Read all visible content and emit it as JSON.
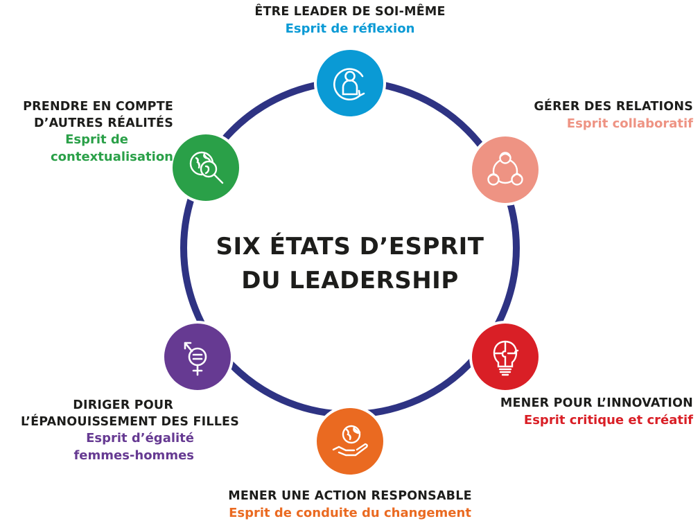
{
  "title": {
    "line1": "SIX ÉTATS D’ESPRIT",
    "line2": "DU LEADERSHIP"
  },
  "colors": {
    "ring": "#2e3383",
    "self": "#0a9ad5",
    "relations": "#ee9383",
    "innovation": "#d91f26",
    "responsible": "#ea6a21",
    "gender": "#663a92",
    "context": "#2aa048"
  },
  "nodes": [
    {
      "id": "self",
      "icon": "person-refresh-icon",
      "heading": "ÊTRE LEADER DE SOI-MÊME",
      "subtitle_lines": [
        "Esprit de réflexion"
      ]
    },
    {
      "id": "relations",
      "icon": "three-people-network-icon",
      "heading": "GÉRER DES RELATIONS",
      "subtitle_lines": [
        "Esprit collaboratif"
      ]
    },
    {
      "id": "innovation",
      "icon": "lightbulb-puzzle-icon",
      "heading": "MENER POUR L’INNOVATION",
      "subtitle_lines": [
        "Esprit critique et créatif"
      ]
    },
    {
      "id": "responsible",
      "icon": "globe-in-hand-icon",
      "heading": "MENER UNE ACTION RESPONSABLE",
      "subtitle_lines": [
        "Esprit de conduite du changement"
      ]
    },
    {
      "id": "gender",
      "icon": "gender-equality-icon",
      "heading_lines": [
        "DIRIGER POUR",
        "L’ÉPANOUISSEMENT DES FILLES"
      ],
      "subtitle_lines": [
        "Esprit d’égalité",
        "femmes-hommes"
      ]
    },
    {
      "id": "context",
      "icon": "globe-magnifier-icon",
      "heading_lines": [
        "PRENDRE EN COMPTE",
        "D’AUTRES RÉALITÉS"
      ],
      "subtitle_lines": [
        "Esprit de",
        "contextualisation"
      ]
    }
  ]
}
